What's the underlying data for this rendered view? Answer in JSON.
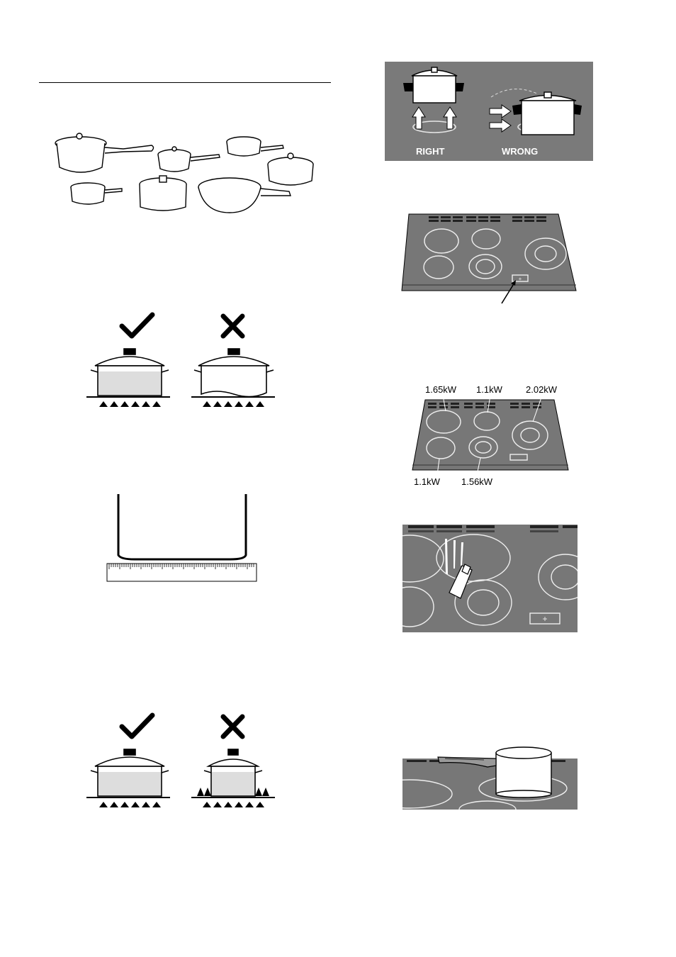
{
  "labels": {
    "right": "RIGHT",
    "wrong": "WRONG"
  },
  "power": {
    "rear_left": "1.65kW",
    "rear_middle": "1.1kW",
    "rear_right": "2.02kW",
    "front_left": "1.1kW",
    "front_middle": "1.56kW"
  },
  "colors": {
    "hob_grey": "#777777",
    "panel_grey": "#7a7a7a",
    "line": "#000000",
    "hob_ring": "#e8e8e8"
  },
  "icons": [
    "check-icon",
    "cross-icon",
    "arrow-up-icon",
    "arrow-right-icon",
    "pointer-arrow-icon"
  ]
}
